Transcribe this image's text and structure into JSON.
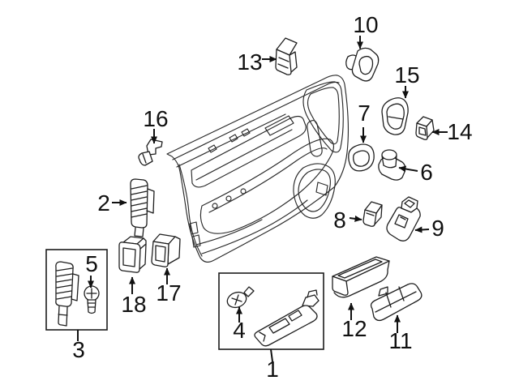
{
  "diagram": {
    "background": "#ffffff",
    "line_color": "#1f1f1f",
    "label_color": "#111111",
    "callouts": {
      "c1": "1",
      "c2": "2",
      "c3": "3",
      "c4": "4",
      "c5": "5",
      "c6": "6",
      "c7": "7",
      "c8": "8",
      "c9": "9",
      "c10": "10",
      "c11": "11",
      "c12": "12",
      "c13": "13",
      "c14": "14",
      "c15": "15",
      "c16": "16",
      "c17": "17",
      "c18": "18"
    }
  }
}
